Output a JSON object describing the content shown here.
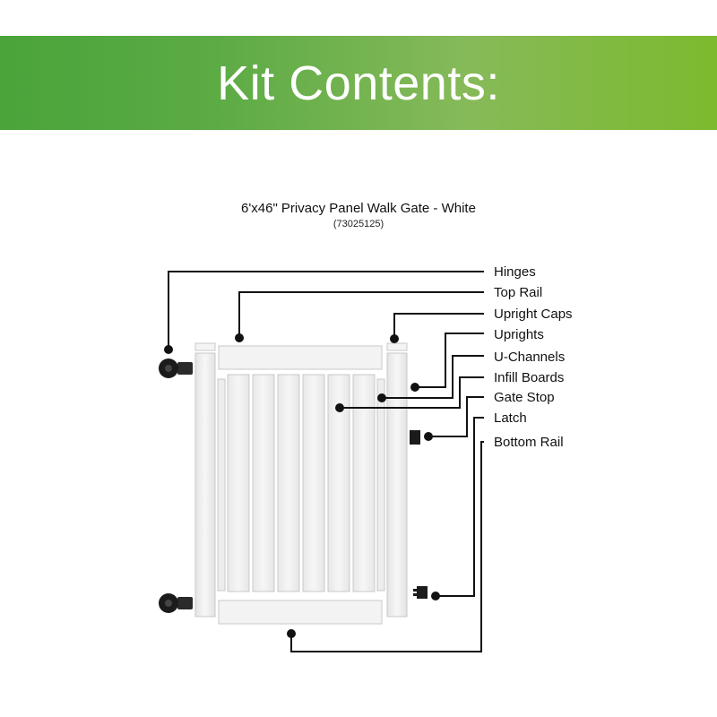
{
  "banner": {
    "title": "Kit Contents:"
  },
  "product": {
    "title": "6'x46\" Privacy Panel Walk Gate - White",
    "code": "(73025125)"
  },
  "colors": {
    "banner_start": "#4aa43a",
    "banner_end": "#7dba2e",
    "gate_white": "#f2f2f2",
    "hardware_black": "#1b1b1b"
  },
  "callouts": [
    {
      "label": "Hinges"
    },
    {
      "label": "Top Rail"
    },
    {
      "label": "Upright Caps"
    },
    {
      "label": "Uprights"
    },
    {
      "label": "U-Channels"
    },
    {
      "label": "Infill Boards"
    },
    {
      "label": "Gate Stop"
    },
    {
      "label": "Latch"
    },
    {
      "label": "Bottom Rail"
    }
  ]
}
